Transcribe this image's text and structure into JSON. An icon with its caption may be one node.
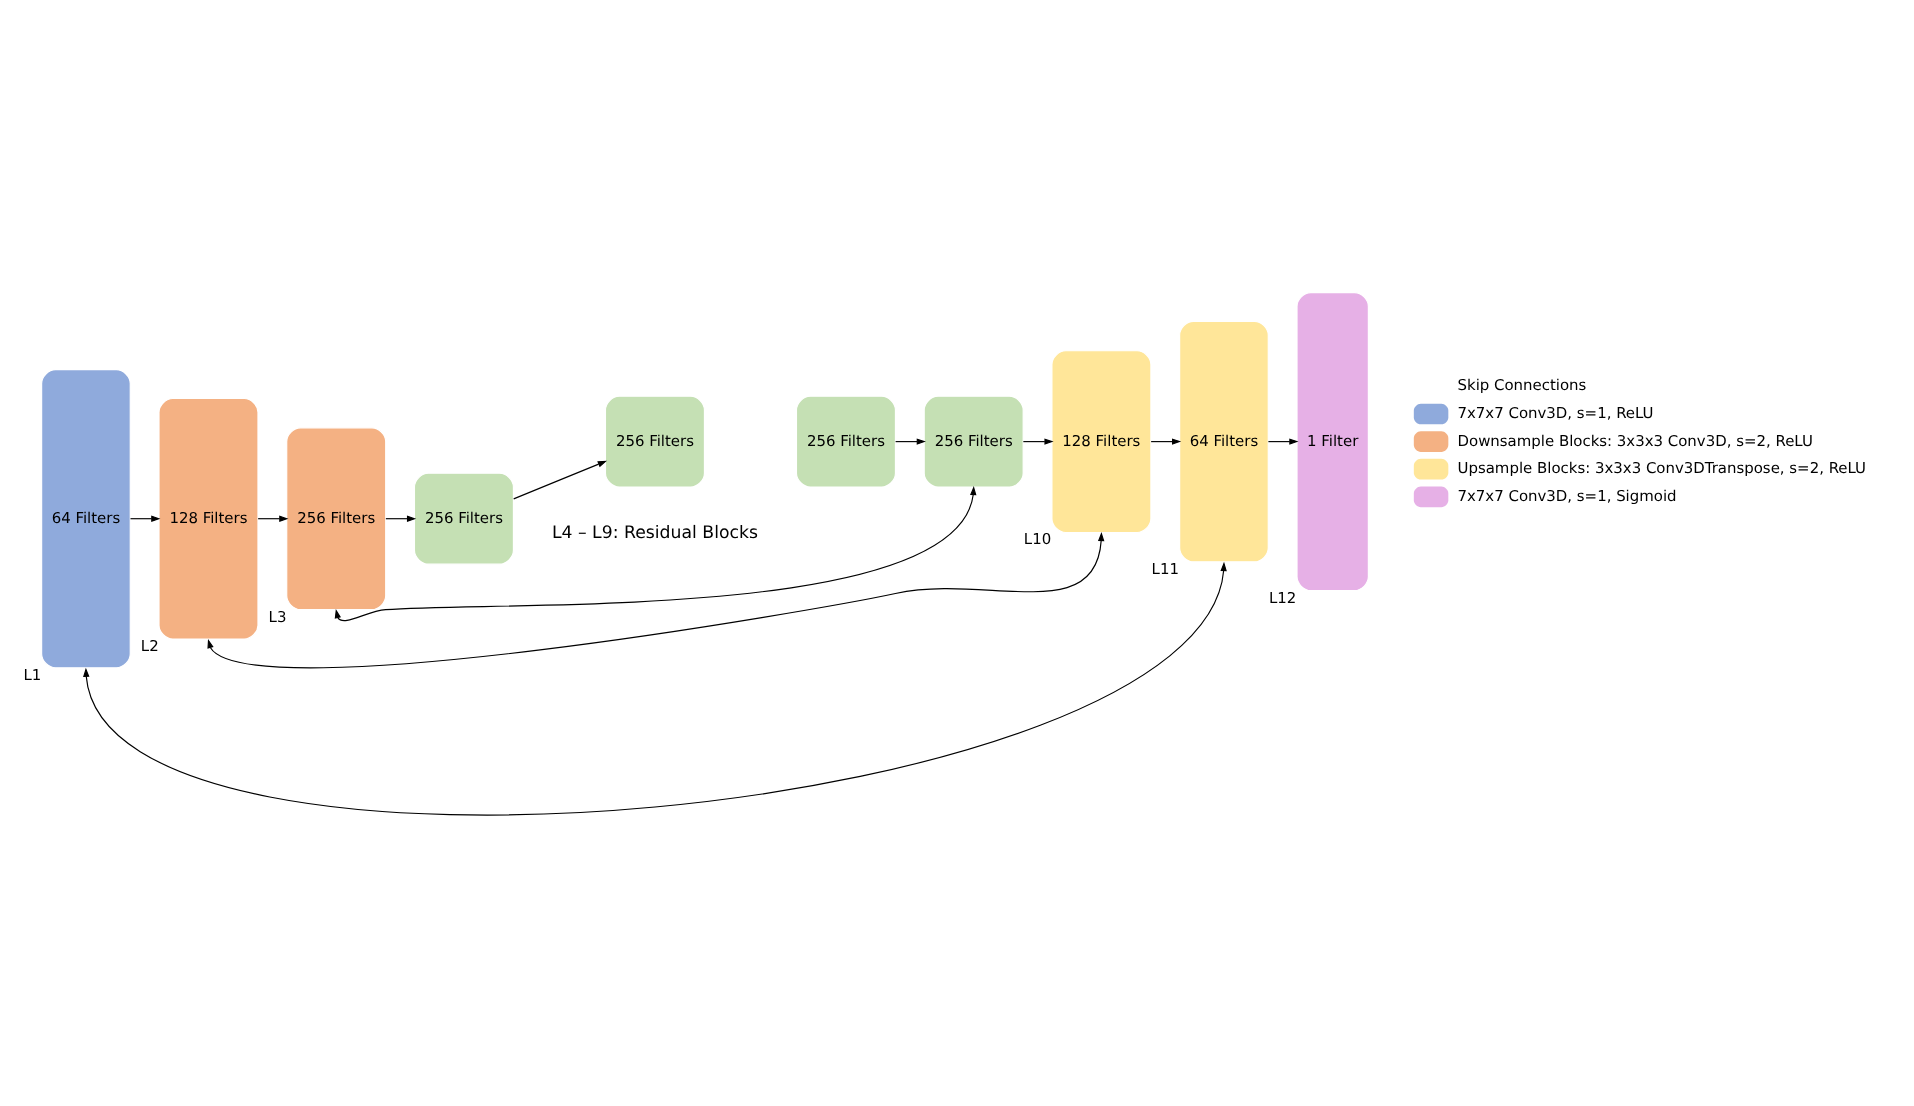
{
  "diagram": {
    "nodes": [
      {
        "text": [
          "64 Filters"
        ],
        "beside": [
          "L1"
        ]
      },
      {
        "text": [
          "128 Filters"
        ],
        "beside": [
          "L2"
        ]
      },
      {
        "text": [
          "256 Filters"
        ],
        "beside": [
          "L3"
        ]
      },
      {
        "text": [
          "256 Filters"
        ]
      },
      {
        "text": [
          "256 Filters"
        ]
      },
      {
        "text": [
          "256 Filters"
        ]
      },
      {
        "text": [
          "256 Filters"
        ]
      },
      {
        "text": [
          "128 Filters"
        ],
        "beside": [
          "L10"
        ]
      },
      {
        "text": [
          "64 Filters"
        ],
        "beside": [
          "L11"
        ]
      },
      {
        "text": [
          "1 Filter"
        ],
        "beside": [
          "L12"
        ]
      }
    ],
    "edges": [
      {
        "from": 0,
        "to": 1,
        "arrow": "to"
      },
      {
        "from": 1,
        "to": 2,
        "arrow": "to"
      },
      {
        "from": 2,
        "to": 3,
        "arrow": "to"
      },
      {
        "from": 3,
        "to": 4,
        "arrow": "to"
      },
      {
        "from": 5,
        "to": 6,
        "arrow": "to"
      },
      {
        "from": 6,
        "to": 7,
        "arrow": "to"
      },
      {
        "from": 7,
        "to": 8,
        "arrow": "to"
      },
      {
        "from": 8,
        "to": 9,
        "arrow": "to"
      },
      {
        "from": 0,
        "to": 8,
        "arrow": "both"
      },
      {
        "from": 1,
        "to": 7,
        "arrow": "both"
      },
      {
        "from": 2,
        "to": 6,
        "arrow": "both"
      }
    ],
    "labels": [
      "L4 – L9: Residual Blocks"
    ],
    "legend": [
      {
        "text": "Skip Connections"
      },
      {
        "text": "7x7x7 Conv3D, s=1, ReLU",
        "color": "#8faadc"
      },
      {
        "text": "Downsample Blocks: 3x3x3 Conv3D, s=2, ReLU",
        "color": "#f4b183"
      },
      {
        "text": "Upsample Blocks: 3x3x3 Conv3DTranspose, s=2, ReLU",
        "color": "#ffe699"
      },
      {
        "text": "7x7x7 Conv3D, s=1, Sigmoid",
        "color": "#e6b0e6"
      }
    ]
  }
}
